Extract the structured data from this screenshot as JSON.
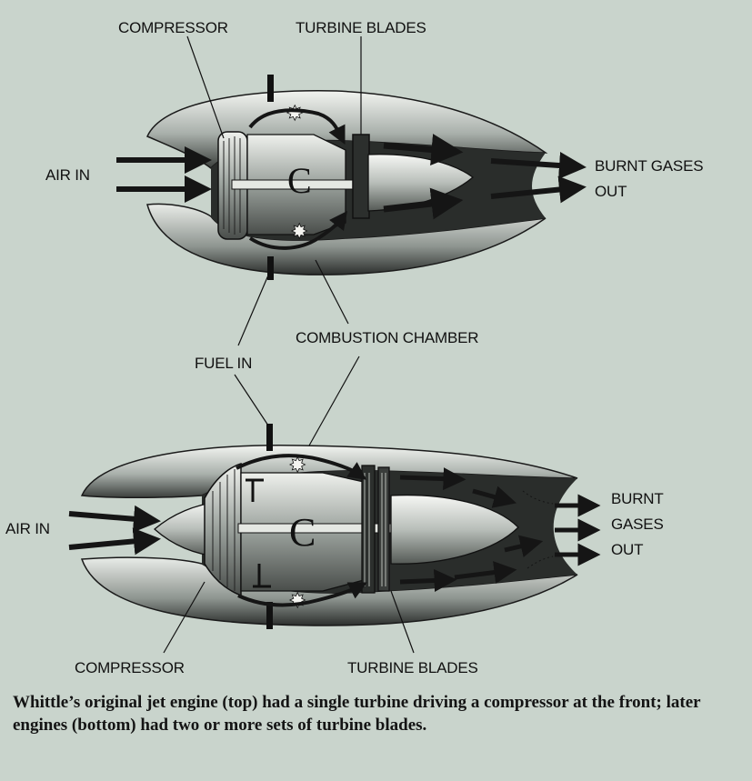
{
  "labels": {
    "compressor_top": "COMPRESSOR",
    "turbine_blades_top": "TURBINE BLADES",
    "air_in_top": "AIR IN",
    "burnt_gases_top_1": "BURNT GASES",
    "burnt_gases_top_2": "OUT",
    "combustion_chamber": "COMBUSTION CHAMBER",
    "fuel_in": "FUEL IN",
    "air_in_bottom": "AIR IN",
    "burnt_gases_bottom_1": "BURNT",
    "burnt_gases_bottom_2": "GASES",
    "burnt_gases_bottom_3": "OUT",
    "compressor_bottom": "COMPRESSOR",
    "turbine_blades_bottom": "TURBINE BLADES"
  },
  "caption": "Whittle’s original jet engine (top) had a single turbine driving a compressor at the front; later engines (bottom) had two or more sets of turbine blades."
}
